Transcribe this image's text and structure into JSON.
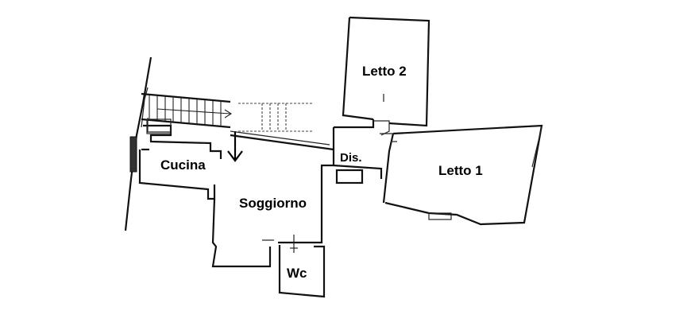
{
  "floor_plan": {
    "rooms": [
      {
        "id": "cucina",
        "label": "Cucina"
      },
      {
        "id": "soggiorno",
        "label": "Soggiorno"
      },
      {
        "id": "wc",
        "label": "Wc"
      },
      {
        "id": "dis",
        "label": "Dis."
      },
      {
        "id": "letto2",
        "label": "Letto 2"
      },
      {
        "id": "letto1",
        "label": "Letto 1"
      }
    ]
  }
}
